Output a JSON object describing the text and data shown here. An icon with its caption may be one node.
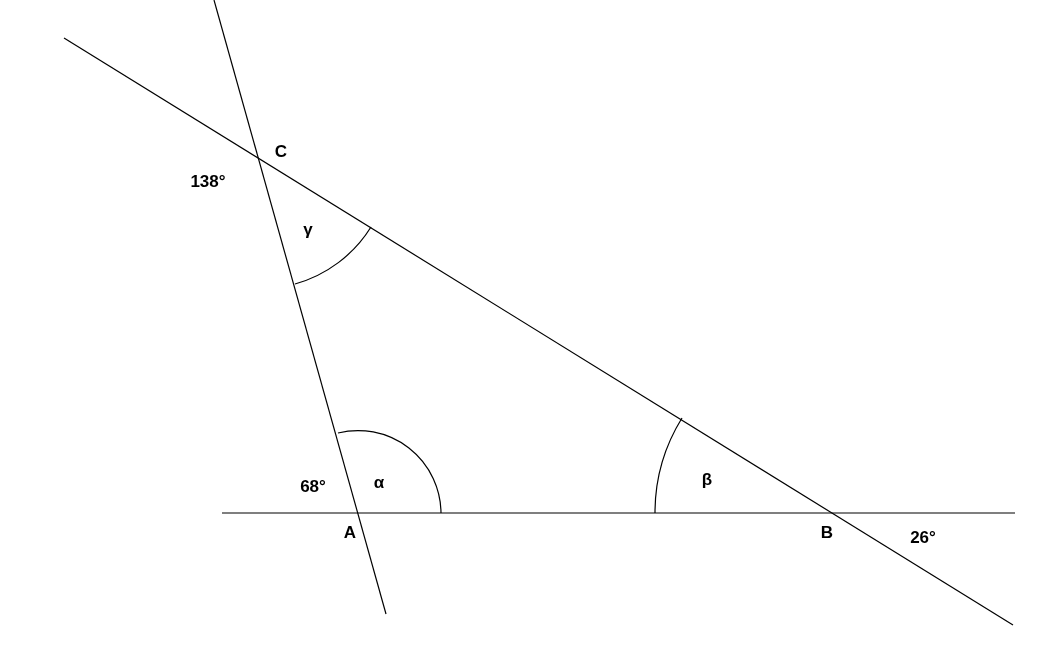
{
  "diagram": {
    "labels": [
      "C",
      "138°",
      "γ",
      "68°",
      "α",
      "A",
      "β",
      "B",
      "26°"
    ]
  }
}
